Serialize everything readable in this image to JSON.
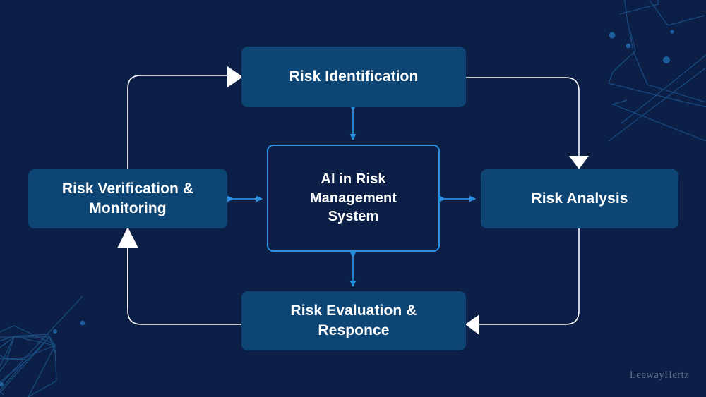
{
  "diagram": {
    "title": "AI in Risk Management System",
    "background_color": "#0c1f47",
    "node_fill_color": "#0d4674",
    "center_border_color": "#2a8fe0",
    "flow_arrow_color": "#ffffff",
    "bidirectional_arrow_color": "#2a8fe0",
    "center": {
      "label": "AI in Risk\nManagement\nSystem",
      "line1": "AI in Risk",
      "line2": "Management",
      "line3": "System"
    },
    "nodes": [
      {
        "id": "risk-identification",
        "label": "Risk Identification",
        "position": "top"
      },
      {
        "id": "risk-analysis",
        "label": "Risk Analysis",
        "position": "right"
      },
      {
        "id": "risk-evaluation-response",
        "label": "Risk Evaluation &\nResponce",
        "line1": "Risk Evaluation &",
        "line2": "Responce",
        "position": "bottom"
      },
      {
        "id": "risk-verification-monitoring",
        "label": "Risk Verification &\nMonitoring",
        "line1": "Risk Verification &",
        "line2": "Monitoring",
        "position": "left"
      }
    ],
    "flow": [
      {
        "from": "risk-identification",
        "to": "risk-analysis"
      },
      {
        "from": "risk-analysis",
        "to": "risk-evaluation-response"
      },
      {
        "from": "risk-evaluation-response",
        "to": "risk-verification-monitoring"
      },
      {
        "from": "risk-verification-monitoring",
        "to": "risk-identification"
      }
    ],
    "bidirectional_links": [
      {
        "between": [
          "center",
          "risk-identification"
        ]
      },
      {
        "between": [
          "center",
          "risk-analysis"
        ]
      },
      {
        "between": [
          "center",
          "risk-evaluation-response"
        ]
      },
      {
        "between": [
          "center",
          "risk-verification-monitoring"
        ]
      }
    ]
  },
  "watermark": {
    "text": "LeewayHertz"
  }
}
